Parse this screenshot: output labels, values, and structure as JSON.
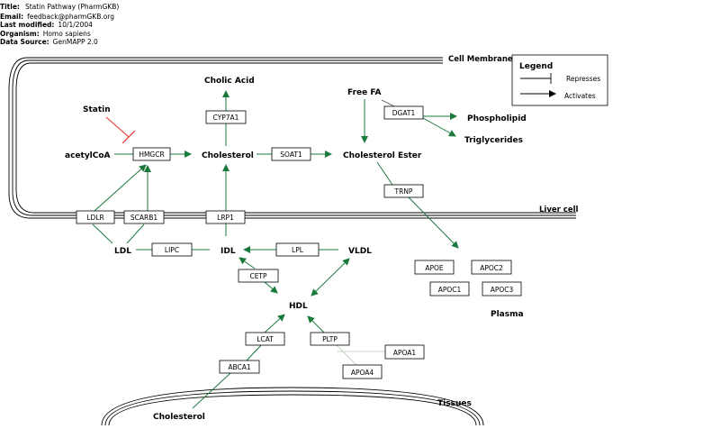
{
  "header": {
    "title_label": "Title:",
    "title_value": "Statin Pathway (PharmGKB)",
    "email_label": "Email:",
    "email_value": "feedback@pharmGKB.org",
    "modified_label": "Last modified:",
    "modified_value": "10/1/2004",
    "organism_label": "Organism:",
    "organism_value": "Homo sapiens",
    "source_label": "Data Source:",
    "source_value": "GenMAPP 2.0"
  },
  "regions": {
    "cell_membrane": "Cell Membrane",
    "liver_cell": "Liver cell",
    "plasma": "Plasma",
    "tissues": "Tissues"
  },
  "legend": {
    "title": "Legend",
    "represses": "Represses",
    "activates": "Activates"
  },
  "metabolites": {
    "statin": "Statin",
    "acetylcoa": "acetylCoA",
    "cholic_acid": "Cholic Acid",
    "cholesterol_liver": "Cholesterol",
    "free_fa": "Free FA",
    "phospholipid": "Phospholipid",
    "triglycerides": "Triglycerides",
    "cholesterol_ester": "Cholesterol Ester",
    "ldl": "LDL",
    "idl": "IDL",
    "vldl": "VLDL",
    "hdl": "HDL",
    "cholesterol_tissue": "Cholesterol"
  },
  "genes": {
    "hmgcr": "HMGCR",
    "cyp7a1": "CYP7A1",
    "soat1": "SOAT1",
    "dgat1": "DGAT1",
    "trnp": "TRNP",
    "ldlr": "LDLR",
    "scarb1": "SCARB1",
    "lrp1": "LRP1",
    "lipc": "LIPC",
    "lpl": "LPL",
    "cetp": "CETP",
    "apoe": "APOE",
    "apoc2": "APOC2",
    "apoc1": "APOC1",
    "apoc3": "APOC3",
    "lcat": "LCAT",
    "pltp": "PLTP",
    "apoa1": "APOA1",
    "abca1": "ABCA1",
    "apoa4": "APOA4"
  },
  "colors": {
    "activation_edge": "#1a7a3c",
    "repression_edge": "#e8302a"
  }
}
